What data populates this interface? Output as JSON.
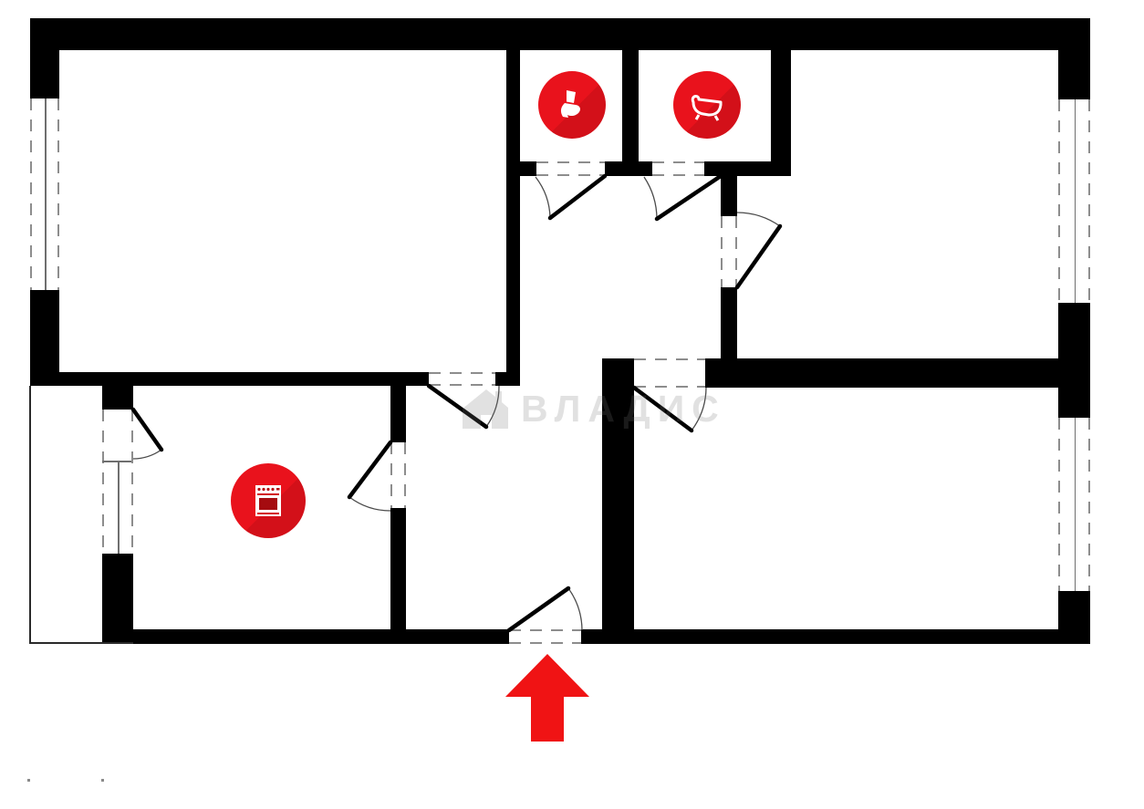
{
  "watermark": {
    "text": "ВЛАДИС",
    "logo": "house-logo"
  },
  "colors": {
    "wall_black": "#000000",
    "icon_red": "#e9121c",
    "icon_red_shadow": "#d31019",
    "arrow_red": "#f01314",
    "watermark_gray": "rgba(120,120,120,0.22)"
  },
  "icons": [
    {
      "name": "toilet-icon",
      "room": "wc"
    },
    {
      "name": "bathtub-icon",
      "room": "bathroom"
    },
    {
      "name": "stove-icon",
      "room": "kitchen"
    },
    {
      "name": "entrance-arrow",
      "meaning": "entrance direction"
    }
  ],
  "plan_features": {
    "rooms_drawn": 6,
    "door_openings": 8,
    "windows": 3,
    "balcony_outline": 1
  }
}
